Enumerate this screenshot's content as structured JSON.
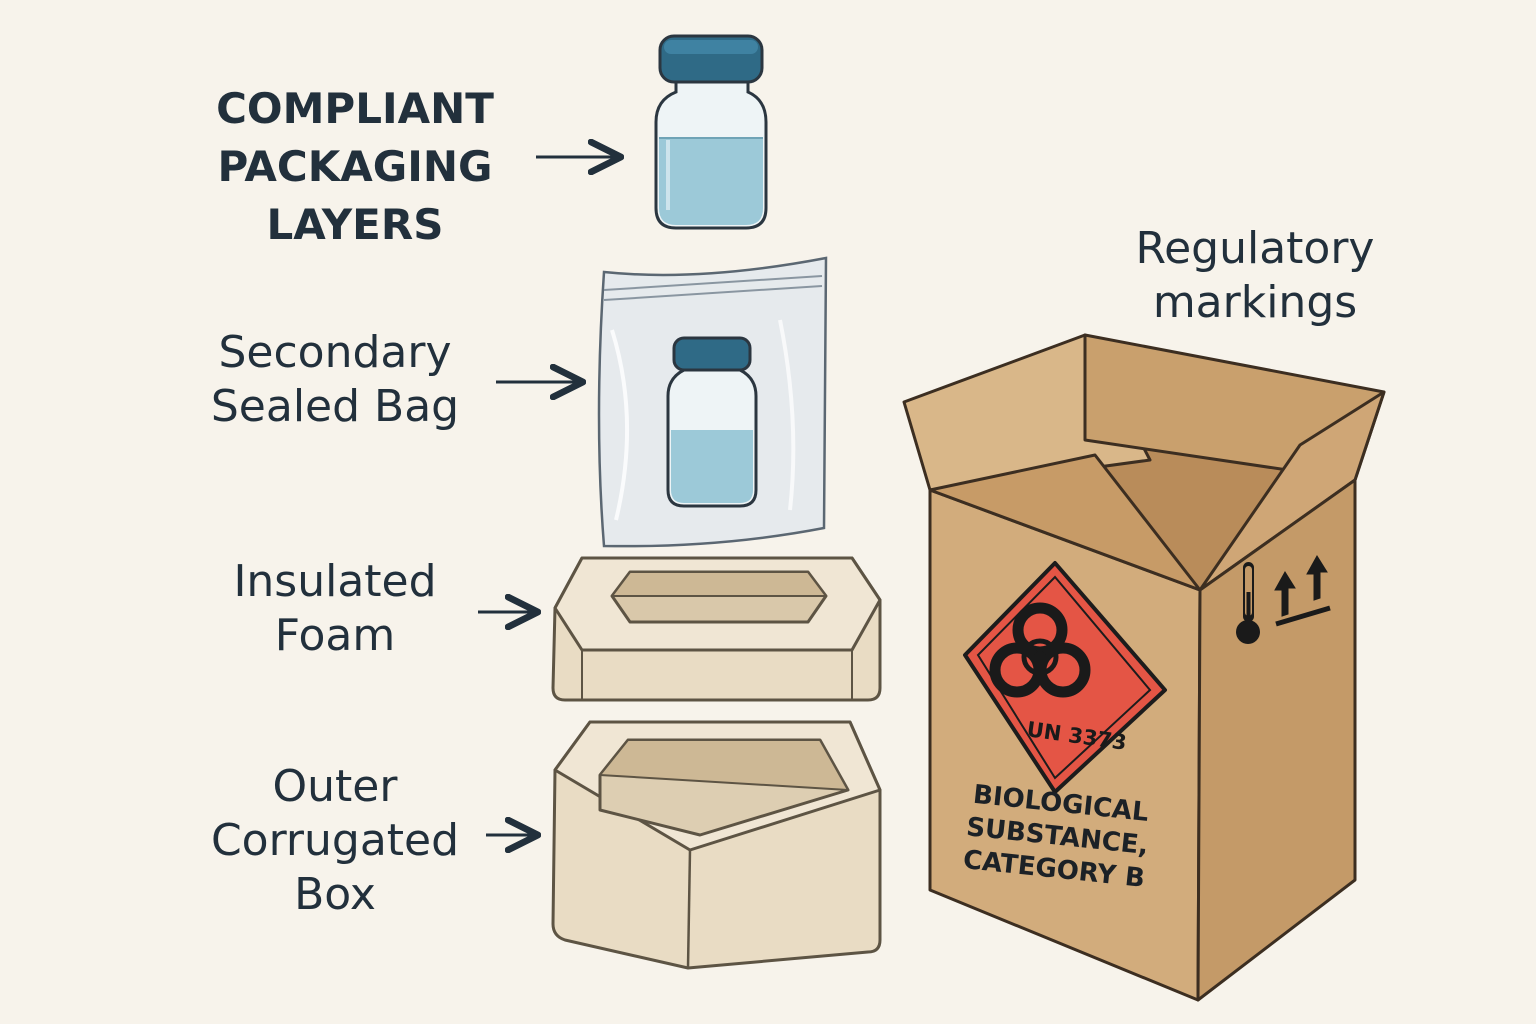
{
  "title": {
    "lines": [
      "COMPLIANT",
      "PACKAGING",
      "LAYERS"
    ]
  },
  "labels": {
    "secondary": [
      "Secondary",
      "Sealed Bag"
    ],
    "foam": [
      "Insulated",
      "Foam"
    ],
    "outer": [
      "Outer",
      "Corrugated",
      "Box"
    ],
    "markings": [
      "Regulatory",
      "markings"
    ]
  },
  "box": {
    "un_number": "UN 3373",
    "substance": [
      "BIOLOGICAL",
      "SUBSTANCE,",
      "CATEGORY B"
    ]
  },
  "icons": {
    "biohazard": "biohazard-icon",
    "thermometer": "thermometer-icon",
    "this_way_up": "this-way-up-arrows-icon"
  },
  "colors": {
    "background": "#f7f3eb",
    "vial_cap": "#2f6a86",
    "liquid": "#9cc9d8",
    "cardboard": "#d2ac7c",
    "hazard_diamond": "#e45545",
    "foam": "#ece1cd"
  }
}
